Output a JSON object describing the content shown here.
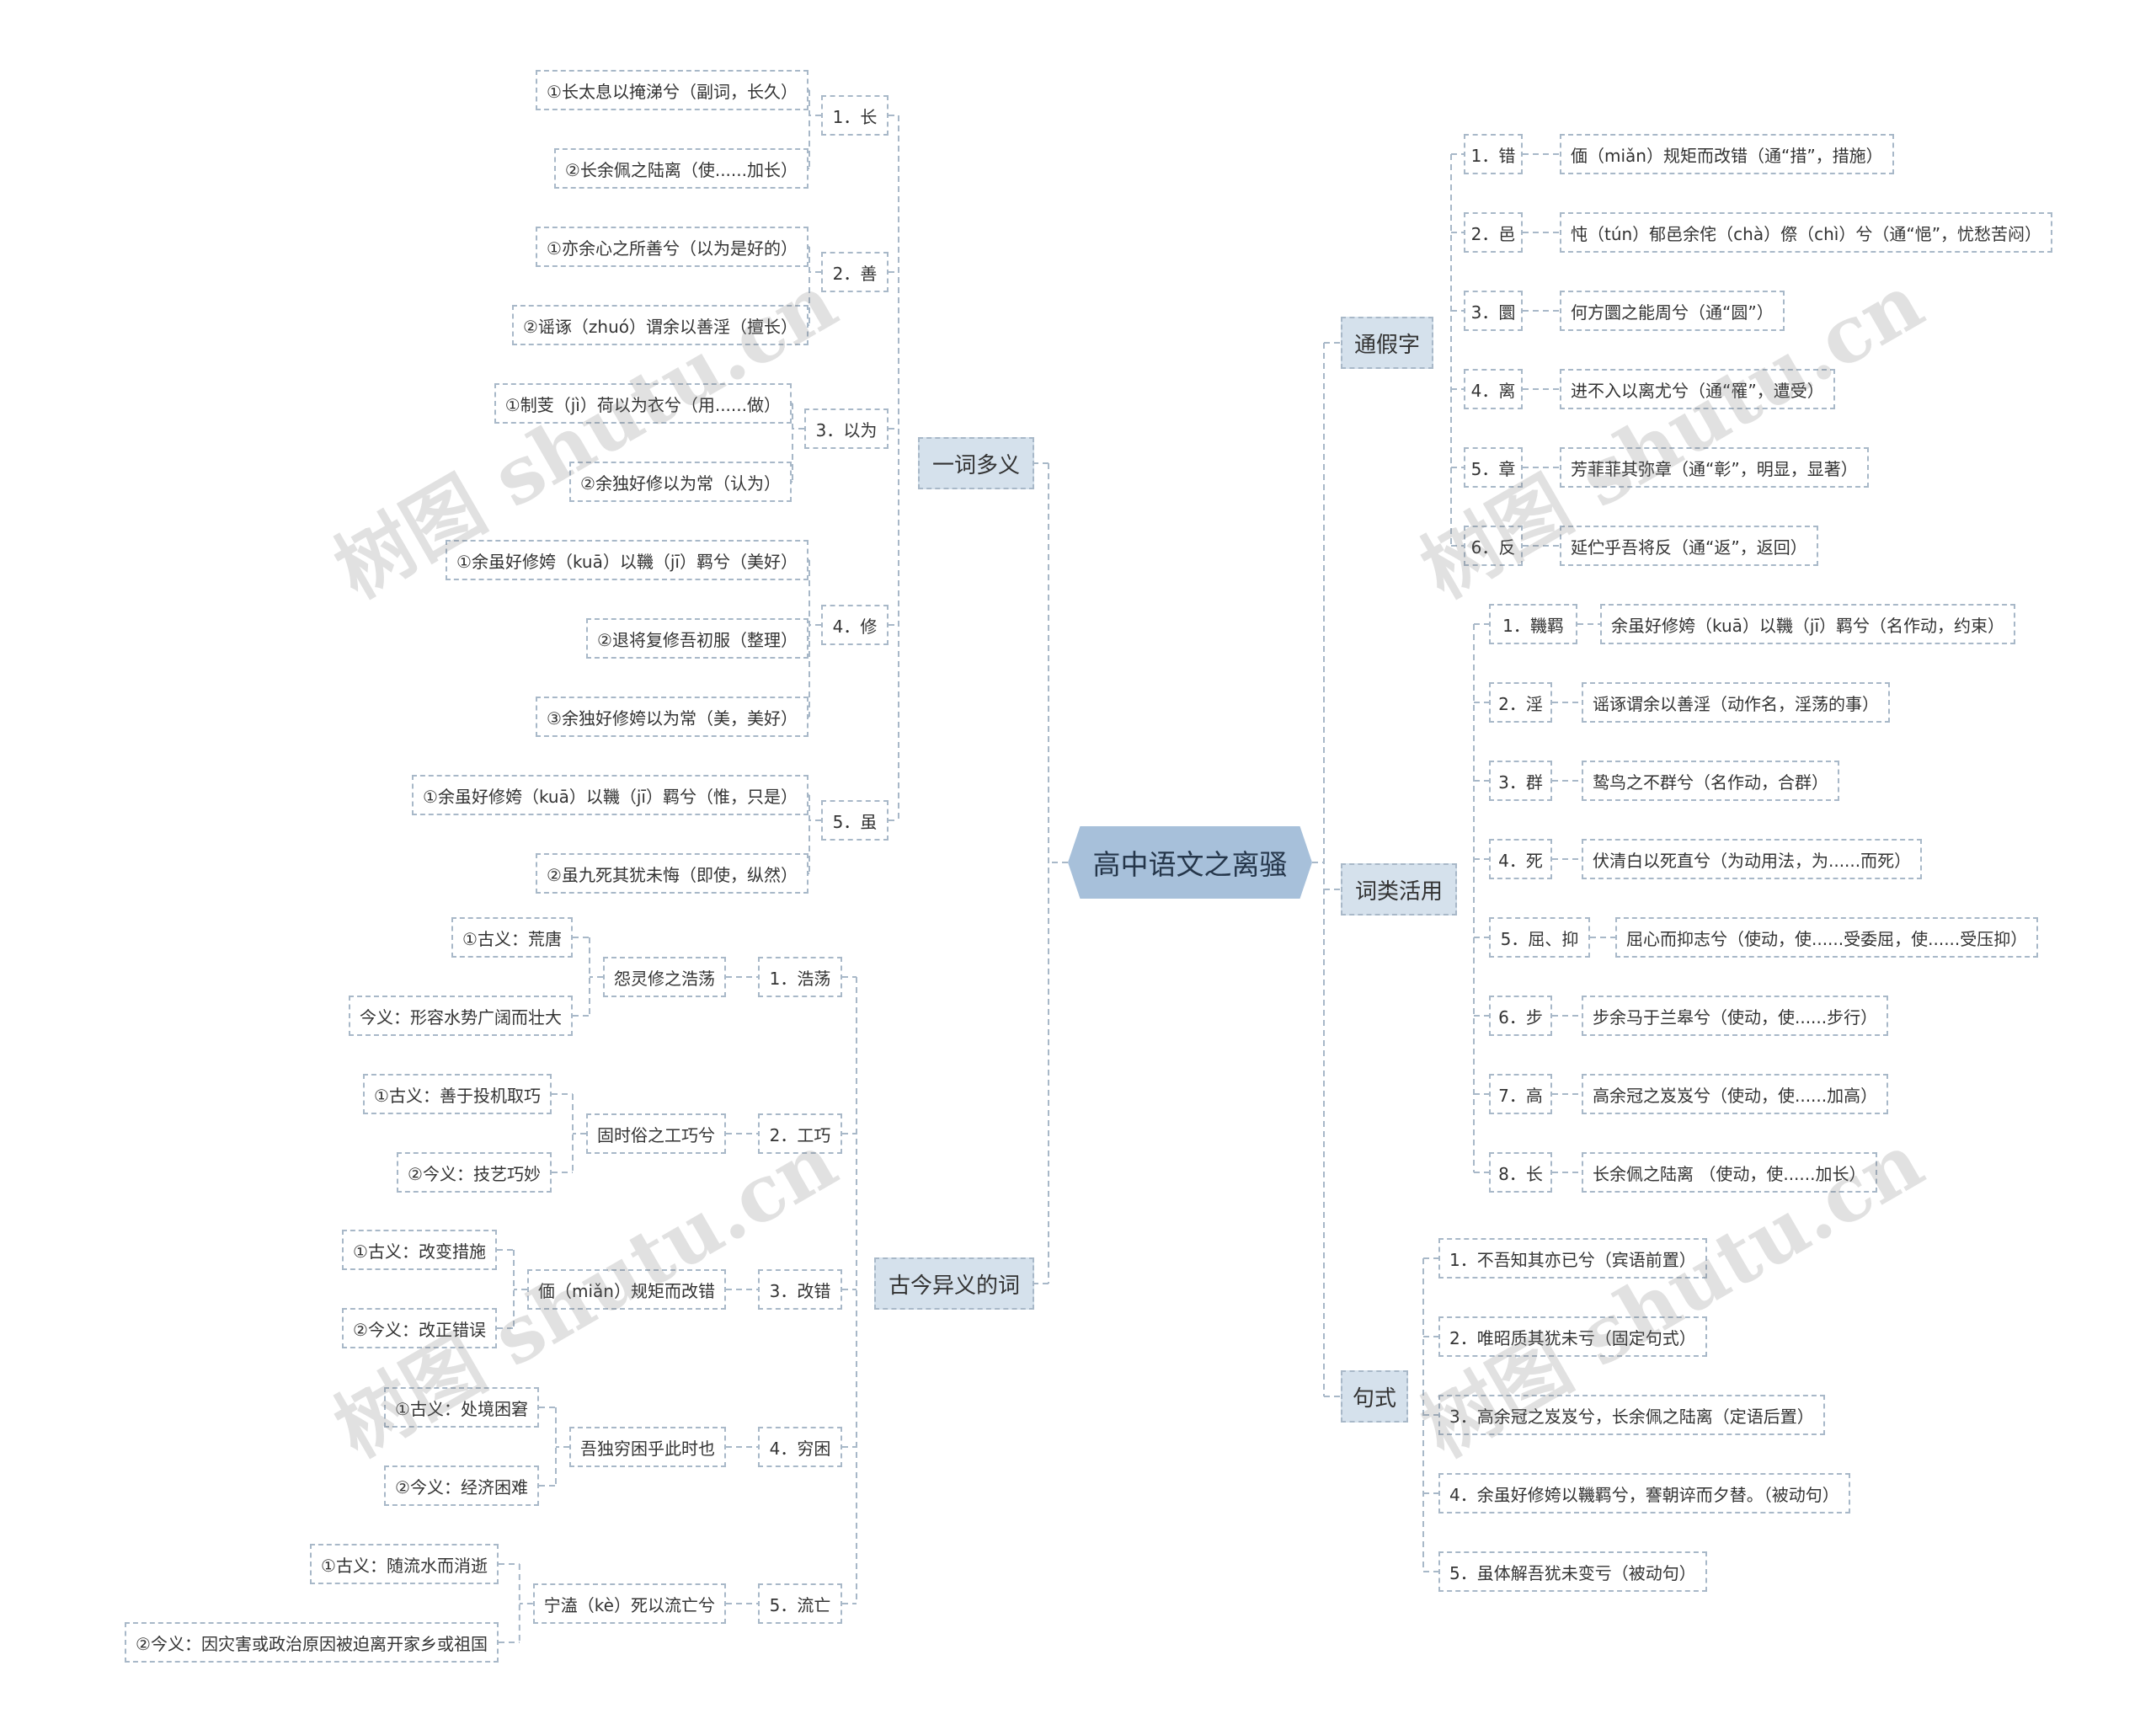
{
  "root": {
    "label": "高中语文之离骚"
  },
  "colors": {
    "line": "#a8b8c8",
    "root_fill": "#a7c0da",
    "branch_fill": "#d5e1ec"
  },
  "watermark": {
    "text": "树图 shutu.cn"
  },
  "branches": [
    {
      "key": "yiciduoyi",
      "label": "一词多义",
      "children": [
        {
          "key": "chang",
          "label": "1．长",
          "children": [
            {
              "label": "①长太息以掩涕兮（副词，长久）"
            },
            {
              "label": "②长余佩之陆离（使......加长）"
            }
          ]
        },
        {
          "key": "shan",
          "label": "2．善",
          "children": [
            {
              "label": "①亦余心之所善兮（以为是好的）"
            },
            {
              "label": "②谣诼（zhuó）谓余以善淫（擅长）"
            }
          ]
        },
        {
          "key": "yiwei",
          "label": "3．以为",
          "children": [
            {
              "label": "①制芰（jì）荷以为衣兮（用......做）"
            },
            {
              "label": "②余独好修以为常（认为）"
            }
          ]
        },
        {
          "key": "xiu",
          "label": "4．修",
          "children": [
            {
              "label": "①余虽好修姱（kuā）以鞿（jī）羁兮（美好）"
            },
            {
              "label": "②退将复修吾初服（整理）"
            },
            {
              "label": "③余独好修姱以为常（美，美好）"
            }
          ]
        },
        {
          "key": "sui",
          "label": "5．虽",
          "children": [
            {
              "label": "①余虽好修姱（kuā）以鞿（jī）羁兮（惟，只是）"
            },
            {
              "label": "②虽九死其犹未悔（即使，纵然）"
            }
          ]
        }
      ]
    },
    {
      "key": "gujinyiyi",
      "label": "古今异义的词",
      "children": [
        {
          "key": "haodang",
          "label": "1．浩荡",
          "children": [
            {
              "label": "怨灵修之浩荡",
              "children": [
                {
                  "label": "①古义：荒唐"
                },
                {
                  "label": "今义：形容水势广阔而壮大"
                }
              ]
            }
          ]
        },
        {
          "key": "gongqiao",
          "label": "2．工巧",
          "children": [
            {
              "label": "固时俗之工巧兮",
              "children": [
                {
                  "label": "①古义：善于投机取巧"
                },
                {
                  "label": "②今义：技艺巧妙"
                }
              ]
            }
          ]
        },
        {
          "key": "gaicuo",
          "label": "3．改错",
          "children": [
            {
              "label": "偭（miǎn）规矩而改错",
              "children": [
                {
                  "label": "①古义：改变措施"
                },
                {
                  "label": "②今义：改正错误"
                }
              ]
            }
          ]
        },
        {
          "key": "qiongkun",
          "label": "4．穷困",
          "children": [
            {
              "label": "吾独穷困乎此时也",
              "children": [
                {
                  "label": "①古义：处境困窘"
                },
                {
                  "label": "②今义：经济困难"
                }
              ]
            }
          ]
        },
        {
          "key": "liuwang",
          "label": "5．流亡",
          "children": [
            {
              "label": "宁溘（kè）死以流亡兮",
              "children": [
                {
                  "label": "①古义：随流水而消逝"
                },
                {
                  "label": "②今义：因灾害或政治原因被迫离开家乡或祖国"
                }
              ]
            }
          ]
        }
      ]
    },
    {
      "key": "tongjiazi",
      "label": "通假字",
      "children": [
        {
          "key": "cuo",
          "label": "1．错",
          "children": [
            {
              "label": "偭（miǎn）规矩而改错（通“措”，措施）"
            }
          ]
        },
        {
          "key": "yi",
          "label": "2．邑",
          "children": [
            {
              "label": "忳（tún）郁邑余侘（chà）傺（chì）兮（通“悒”，忧愁苦闷）"
            }
          ]
        },
        {
          "key": "yuan",
          "label": "3．圜",
          "children": [
            {
              "label": "何方圜之能周兮（通“圆”）"
            }
          ]
        },
        {
          "key": "li",
          "label": "4．离",
          "children": [
            {
              "label": "进不入以离尤兮（通“罹”，遭受）"
            }
          ]
        },
        {
          "key": "zhang",
          "label": "5．章",
          "children": [
            {
              "label": "芳菲菲其弥章（通“彰”，明显，显著）"
            }
          ]
        },
        {
          "key": "fan",
          "label": "6．反",
          "children": [
            {
              "label": "延伫乎吾将反（通“返”，返回）"
            }
          ]
        }
      ]
    },
    {
      "key": "cileihuoyong",
      "label": "词类活用",
      "children": [
        {
          "key": "jiji",
          "label": "1．鞿羁",
          "children": [
            {
              "label": "余虽好修姱（kuā）以鞿（jī）羁兮（名作动，约束）"
            }
          ]
        },
        {
          "key": "yin",
          "label": "2．淫",
          "children": [
            {
              "label": "谣诼谓余以善淫（动作名，淫荡的事）"
            }
          ]
        },
        {
          "key": "qun",
          "label": "3．群",
          "children": [
            {
              "label": "鸷鸟之不群兮（名作动，合群）"
            }
          ]
        },
        {
          "key": "si",
          "label": "4．死",
          "children": [
            {
              "label": "伏清白以死直兮（为动用法，为......而死）"
            }
          ]
        },
        {
          "key": "quyi",
          "label": "5．屈、抑",
          "children": [
            {
              "label": "屈心而抑志兮（使动，使......受委屈，使......受压抑）"
            }
          ]
        },
        {
          "key": "bu",
          "label": "6．步",
          "children": [
            {
              "label": "步余马于兰皋兮（使动，使......步行）"
            }
          ]
        },
        {
          "key": "gao",
          "label": "7．高",
          "children": [
            {
              "label": "高余冠之岌岌兮（使动，使......加高）"
            }
          ]
        },
        {
          "key": "chang2",
          "label": "8．长",
          "children": [
            {
              "label": "长余佩之陆离 （使动，使......加长）"
            }
          ]
        }
      ]
    },
    {
      "key": "jushi",
      "label": "句式",
      "children": [
        {
          "label": "1．不吾知其亦已兮（宾语前置）"
        },
        {
          "label": "2．唯昭质其犹未亏（固定句式）"
        },
        {
          "label": "3．高余冠之岌岌兮，长余佩之陆离（定语后置）"
        },
        {
          "label": "4．余虽好修姱以鞿羁兮，謇朝谇而夕替。（被动句）"
        },
        {
          "label": "5．虽体解吾犹未变亏（被动句）"
        }
      ]
    }
  ]
}
